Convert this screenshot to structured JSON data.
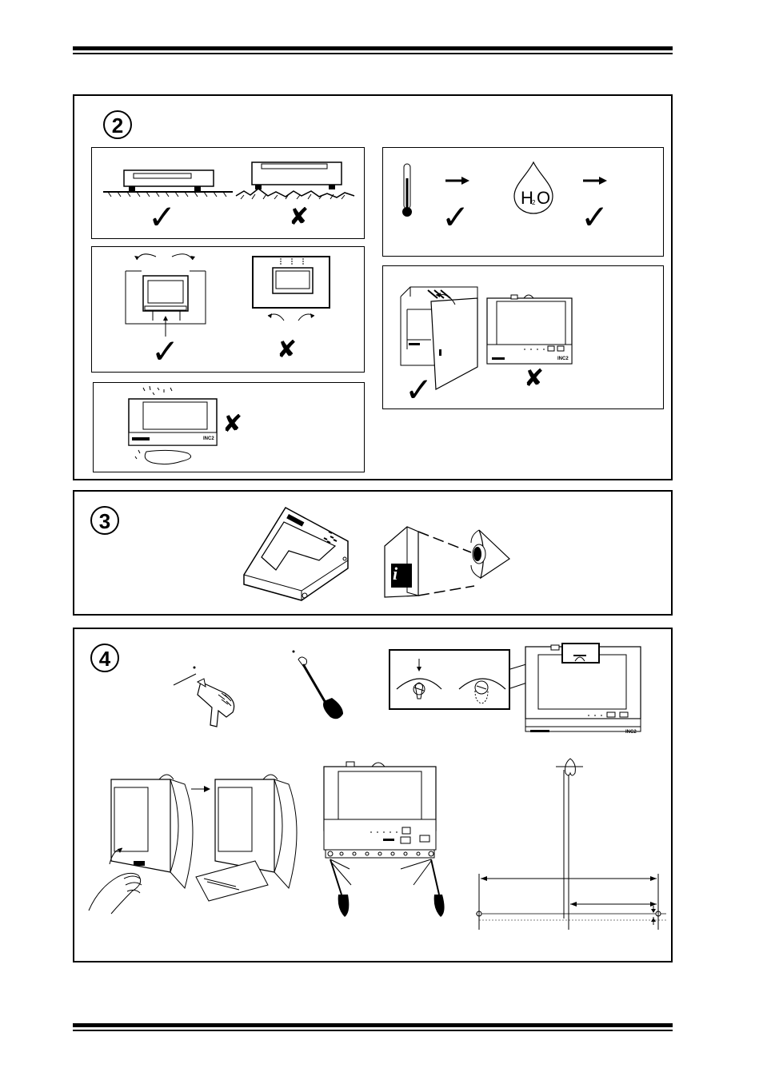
{
  "steps": {
    "s2": "2",
    "s3": "3",
    "s4": "4"
  },
  "marks": {
    "ok": "✓",
    "no": "✘"
  },
  "h2o": {
    "h": "H",
    "sub": "2",
    "o": "O"
  },
  "device_label": "INC2",
  "info_glyph": "i",
  "icons": [
    "thermometer-icon",
    "water-drop-icon",
    "arrow-right-icon",
    "eye-icon",
    "manual-book-icon",
    "drill-icon",
    "screwdriver-icon",
    "hand-icon"
  ]
}
